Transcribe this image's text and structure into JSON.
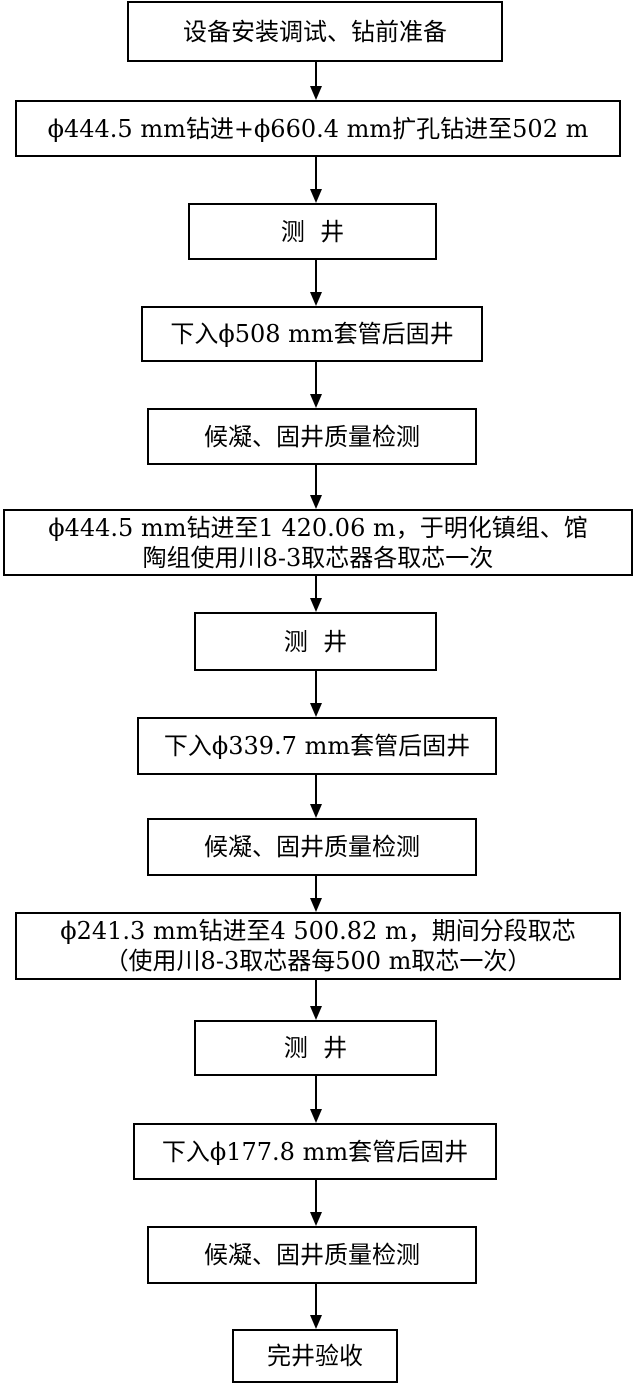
{
  "steps": [
    {
      "lines": [
        "设备安装调试、钻前准备"
      ]
    },
    {
      "lines": [
        "ϕ444.5 mm钻进+ϕ660.4 mm扩孔钻进至502 m"
      ]
    },
    {
      "lines": [
        "测  井"
      ]
    },
    {
      "lines": [
        "下入ϕ508 mm套管后固井"
      ]
    },
    {
      "lines": [
        "候凝、固井质量检测"
      ]
    },
    {
      "lines": [
        "ϕ444.5 mm钻进至1 420.06 m，于明化镇组、馆",
        "陶组使用川8-3取芯器各取芯一次"
      ]
    },
    {
      "lines": [
        "测  井"
      ]
    },
    {
      "lines": [
        "下入ϕ339.7 mm套管后固井"
      ]
    },
    {
      "lines": [
        "候凝、固井质量检测"
      ]
    },
    {
      "lines": [
        "ϕ241.3 mm钻进至4 500.82 m，期间分段取芯",
        "（使用川8-3取芯器每500 m取芯一次）"
      ]
    },
    {
      "lines": [
        "测  井"
      ]
    },
    {
      "lines": [
        "下入ϕ177.8 mm套管后固井"
      ]
    },
    {
      "lines": [
        "候凝、固井质量检测"
      ]
    },
    {
      "lines": [
        "完井验收"
      ]
    }
  ]
}
